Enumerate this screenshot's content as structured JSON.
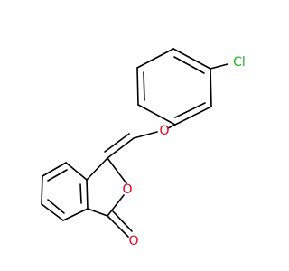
{
  "molecule": {
    "atoms": {
      "chlorine": {
        "symbol": "Cl",
        "color": "#1fb11f"
      },
      "ether_oxygen": {
        "symbol": "O",
        "color": "#e8001c"
      },
      "ring_oxygen": {
        "symbol": "O",
        "color": "#e8001c"
      },
      "carbonyl_oxygen": {
        "symbol": "O",
        "color": "#e8001c"
      }
    },
    "bond_color": "#000000"
  }
}
